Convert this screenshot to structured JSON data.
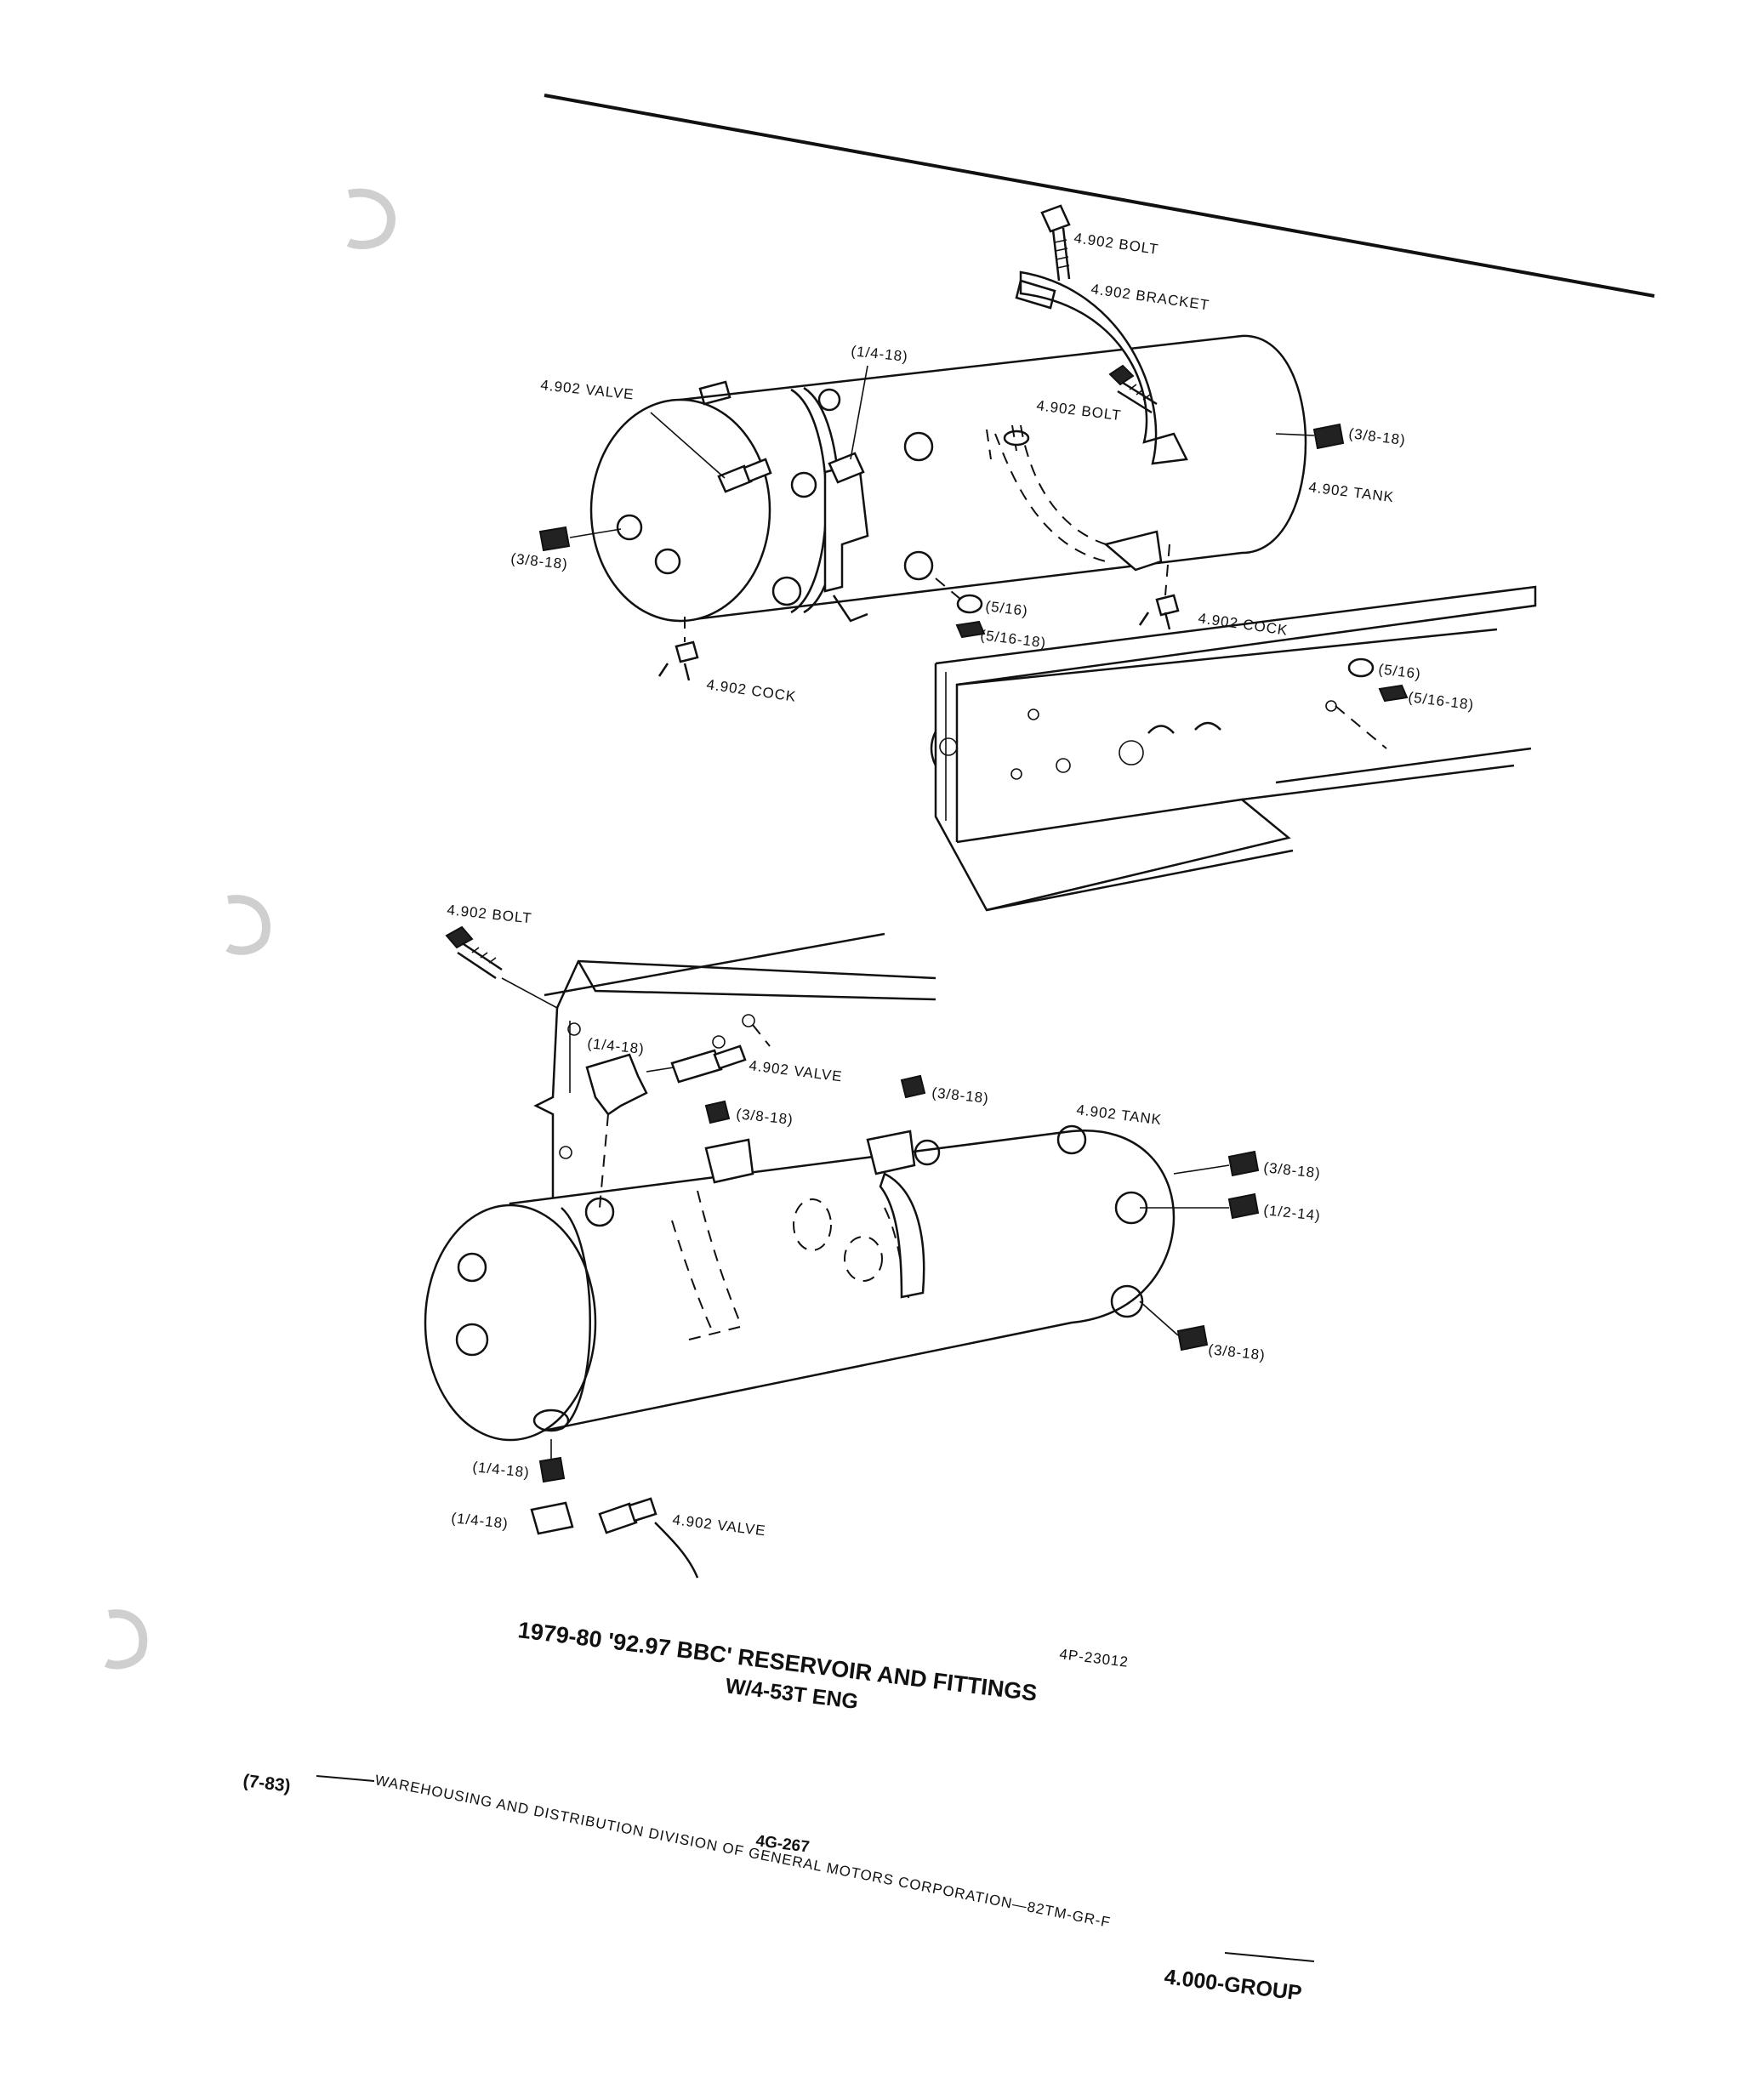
{
  "diagram": {
    "callouts_upper": {
      "bolt_top": "4.902 BOLT",
      "bracket": "4.902 BRACKET",
      "plug_14_18": "(1/4-18)",
      "valve": "4.902 VALVE",
      "bolt_mid": "4.902 BOLT",
      "plug_38_18_right": "(3/8-18)",
      "tank": "4.902 TANK",
      "plug_38_18_left": "(3/8-18)",
      "washer_516_a": "(5/16)",
      "nut_516_18_a": "(5/16-18)",
      "cock_right": "4.902 COCK",
      "washer_516_b": "(5/16)",
      "nut_516_18_b": "(5/16-18)",
      "cock_left": "4.902 COCK"
    },
    "callouts_lower": {
      "bolt": "4.902 BOLT",
      "elbow_14_18": "(1/4-18)",
      "valve_top": "4.902 VALVE",
      "plug_38_18_a": "(3/8-18)",
      "plug_38_18_b": "(3/8-18)",
      "tank": "4.902 TANK",
      "plug_38_18_c": "(3/8-18)",
      "plug_12_14": "(1/2-14)",
      "plug_38_18_d": "(3/8-18)",
      "fitting_14_18_a": "(1/4-18)",
      "fitting_14_18_b": "(1/4-18)",
      "valve_bottom": "4.902 VALVE"
    }
  },
  "caption": {
    "line1": "1979-80 '92.97 BBC' RESERVOIR AND FITTINGS",
    "line2": "W/4-53T ENG",
    "figure_no": "4P-23012"
  },
  "footer": {
    "date": "(7-83)",
    "company": "WAREHOUSING AND DISTRIBUTION DIVISION OF GENERAL MOTORS CORPORATION—82TM-GR-F",
    "page": "4G-267",
    "group": "4.000-GROUP"
  }
}
